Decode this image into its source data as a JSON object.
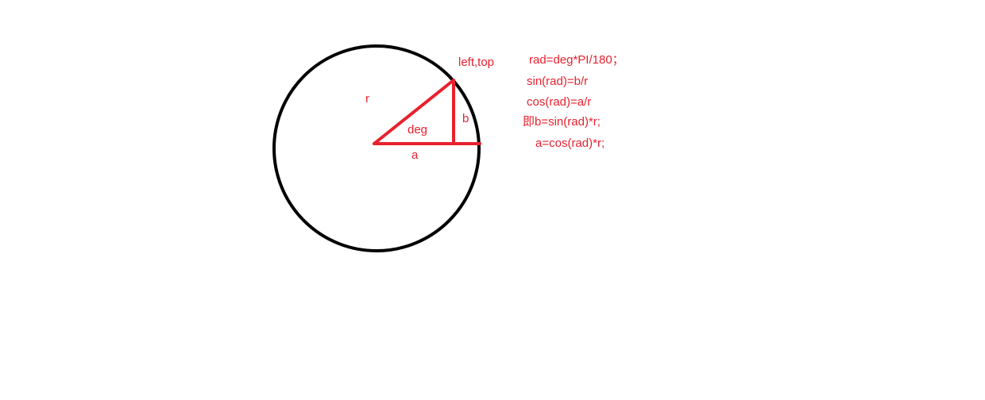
{
  "diagram": {
    "labels": {
      "point": "left,top",
      "radius": "r",
      "angle": "deg",
      "adjacent": "a",
      "opposite": "b"
    },
    "formulas": [
      "rad=deg*PI/180；",
      "sin(rad)=b/r",
      "cos(rad)=a/r",
      "即b=sin(rad)*r;",
      "a=cos(rad)*r;"
    ],
    "colors": {
      "circle": "#000000",
      "triangle": "#e8212e",
      "text": "#e8212e"
    }
  }
}
